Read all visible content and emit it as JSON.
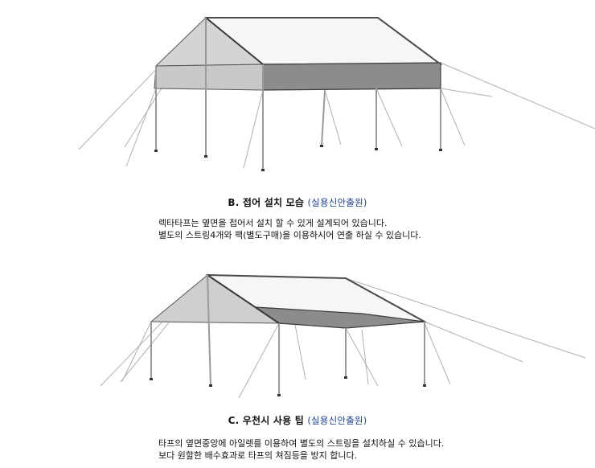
{
  "sections": [
    {
      "id": "B",
      "title": "B. 접어 설치 모습",
      "note": "(실용신안출원)",
      "lines": [
        "렉타타프는 옆면을 접어서 설치 할 수 있게 설계되어 있습니다.",
        "별도의 스트링4개와 팩(별도구매)을 이용하시어 연출 하실 수 있습니다."
      ]
    },
    {
      "id": "C",
      "title": "C. 우천시 사용 팁",
      "note": "(실용신안출원)",
      "lines": [
        "타프의 옆면중앙에 아일렛를 이용하여 별도의 스트링을 설치하실 수 있습니다.",
        "보다 원할한 배수효과로 타프의 쳐짐등을 방지 합니다."
      ]
    }
  ],
  "colors": {
    "fabric_light": "#d4d4d4",
    "fabric_dark": "#8c8c8c",
    "outline": "#4a4a4a",
    "note_text": "#1d3f8c"
  }
}
